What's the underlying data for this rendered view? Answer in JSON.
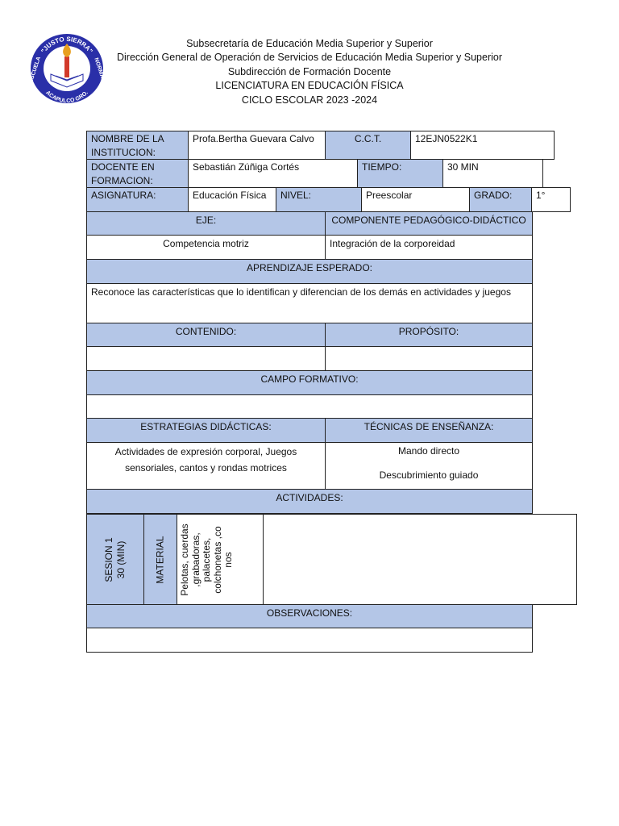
{
  "logo": {
    "top_text": "\"JUSTO SIERRA\"",
    "left_text": "ESCUELA",
    "right_text": "NORMAL",
    "bottom_text": "ACAPULCO GRO.",
    "colors": {
      "outer": "#2a2fa8",
      "inner": "#ffffff",
      "book": "#ffffff",
      "flame": "#e8a020",
      "torch": "#d23a2a"
    }
  },
  "header": {
    "line1": "Subsecretaría de Educación Media Superior y Superior",
    "line2": "Dirección General de Operación de Servicios de Educación Media Superior y Superior",
    "line3": "Subdirección de Formación Docente",
    "line4": "LICENCIATURA EN EDUCACIÓN FÍSICA",
    "line5": "CICLO ESCOLAR 2023 -2024"
  },
  "form": {
    "institucion_label": "NOMBRE DE LA INSTITUCION:",
    "institucion_value": "Profa.Bertha Guevara Calvo",
    "cct_label": "C.C.T.",
    "cct_value": "12EJN0522K1",
    "docente_label": "DOCENTE EN FORMACION:",
    "docente_value": "Sebastián Zúñiga Cortés",
    "tiempo_label": "TIEMPO:",
    "tiempo_value": "30 MIN",
    "asignatura_label": "ASIGNATURA:",
    "asignatura_value": "Educación Física",
    "nivel_label": "NIVEL:",
    "nivel_value": "Preescolar",
    "grado_label": "GRADO:",
    "grado_value": "1°"
  },
  "sections": {
    "eje_label": "EJE:",
    "componente_label": "COMPONENTE PEDAGÓGICO-DIDÁCTICO",
    "eje_value": "Competencia motriz",
    "componente_value": "Integración de la corporeidad",
    "aprendizaje_label": "APRENDIZAJE ESPERADO:",
    "aprendizaje_value": "Reconoce las características que lo identifican y diferencian de los demás en actividades y juegos",
    "contenido_label": "CONTENIDO:",
    "proposito_label": "PROPÓSITO:",
    "campo_label": "CAMPO FORMATIVO:",
    "estrategias_label": "ESTRATEGIAS DIDÁCTICAS:",
    "tecnicas_label": "TÉCNICAS DE ENSEÑANZA:",
    "estrategias_value": "Actividades de expresión corporal, Juegos sensoriales, cantos y rondas motrices",
    "tecnica_1": "Mando directo",
    "tecnica_2": "Descubrimiento guiado",
    "actividades_label": "ACTIVIDADES:",
    "sesion_line1": "SESION 1",
    "sesion_line2": "30 (MIN)",
    "material_label": "MATERIAL",
    "material_value": "Pelotas, cuerdas ,grabadoras, palacetes, colchonetas ,co nos",
    "observaciones_label": "OBSERVACIONES:"
  }
}
